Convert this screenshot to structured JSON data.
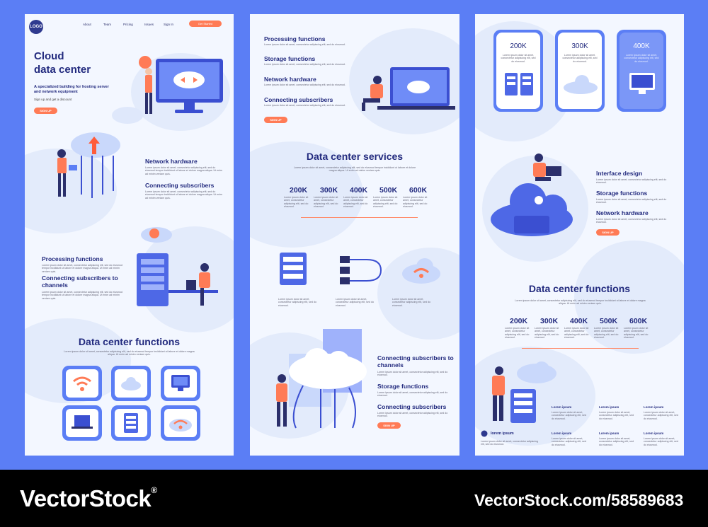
{
  "nav": {
    "logo": "LOGO",
    "links": [
      "About",
      "Team",
      "Pricing",
      "Issues",
      "Sign In"
    ],
    "cta": "Get Started"
  },
  "page1": {
    "title_line1": "Cloud",
    "title_line2": "data center",
    "subtitle": "A specialized building for hosting server and network equipment",
    "signup_text": "Sign up and get a discount",
    "signup_btn": "SIGN UP",
    "feature1": "Network hardware",
    "feature2": "Connecting subscribers",
    "feature3": "Processing functions",
    "feature4": "Connecting subscribers to channels",
    "functions_title": "Data center functions"
  },
  "page2": {
    "list": [
      "Processing functions",
      "Storage functions",
      "Network hardware",
      "Connecting subscribers"
    ],
    "signup_btn": "SIGN UP",
    "services_title": "Data center services",
    "stats": [
      "200K",
      "300K",
      "400K",
      "500K",
      "600K"
    ],
    "features": [
      "Connecting subscribers to channels",
      "Storage functions",
      "Connecting subscribers"
    ],
    "signup_btn2": "SIGN UP"
  },
  "page3": {
    "prices": [
      "200K",
      "300K",
      "400K"
    ],
    "features": [
      "Interface design",
      "Storage functions",
      "Network hardware"
    ],
    "signup_btn": "SIGN UP",
    "functions_title": "Data center functions",
    "stats": [
      "200K",
      "300K",
      "400K",
      "500K",
      "600K"
    ],
    "footer_brand": "lorem ipsum",
    "footer_col_heading": "Lorem ipsum"
  },
  "lorem": "Lorem ipsum dolor sit amet, consectetur adipiscing elit, sed do eiusmod tempor incididunt ut labore et dolore magna aliqua. Ut enim ad minim veniam quis.",
  "lorem_short": "Lorem ipsum dolor sit amet, consectetur adipiscing elit, sed do eiusmod.",
  "watermark": {
    "brand": "VectorStock",
    "reg": "®",
    "url": "VectorStock.com/58589683"
  },
  "colors": {
    "background": "#5b7ef5",
    "primary_text": "#222a7e",
    "accent": "#ff7b56",
    "page_bg": "#f3f7ff"
  }
}
